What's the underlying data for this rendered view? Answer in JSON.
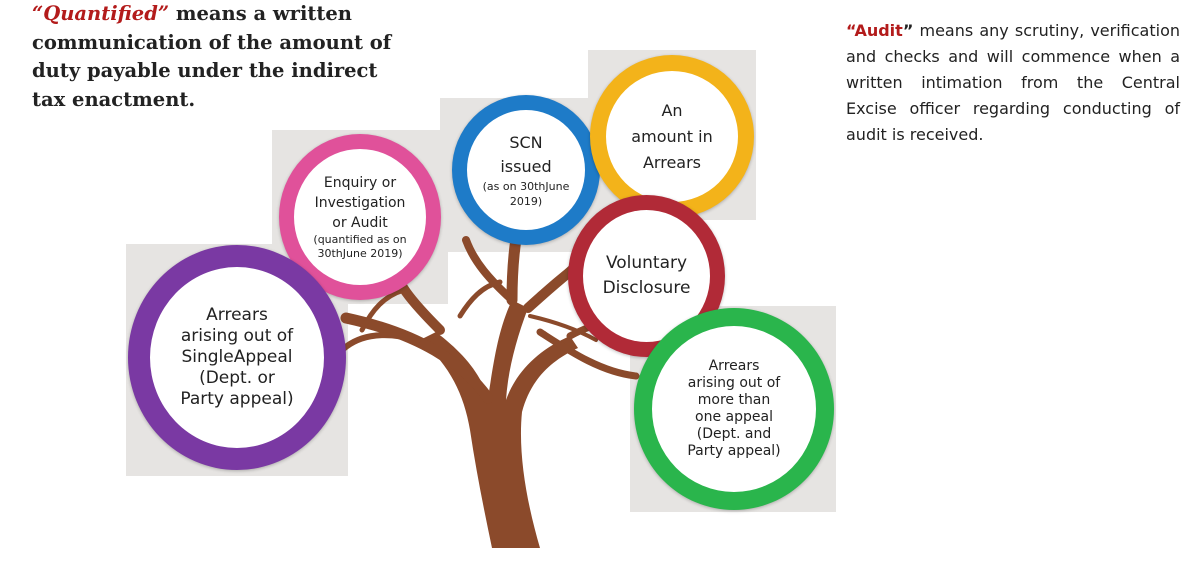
{
  "left_definition": {
    "term": "“Quantified”",
    "text": " means a  written communication of the amount of duty payable under the indirect tax enactment."
  },
  "right_definition": {
    "term": "“Audit",
    "quote_close": "”",
    "text": " means any scrutiny, verification and checks and will commence when a written intimation from the Central Excise officer regarding conducting of audit is received."
  },
  "circles": {
    "enquiry": {
      "lines": [
        "Enquiry or",
        "Investigation",
        "or Audit"
      ],
      "sub": [
        "(quantified as on",
        "30thJune 2019)"
      ],
      "color": "#e0519a"
    },
    "scn": {
      "lines": [
        "SCN",
        "issued"
      ],
      "sub": [
        "(as on 30thJune",
        "2019)"
      ],
      "color": "#1e7bc8"
    },
    "arrears": {
      "lines": [
        "An",
        "amount in",
        "Arrears"
      ],
      "color": "#f3b31a"
    },
    "voluntary": {
      "lines": [
        "Voluntary",
        "Disclosure"
      ],
      "color": "#b12a37"
    },
    "single_appeal": {
      "lines": [
        "Arrears",
        "arising out of",
        "SingleAppeal",
        "(Dept. or",
        "Party appeal)"
      ],
      "color": "#7a39a3"
    },
    "more_appeal": {
      "lines": [
        "Arrears",
        "arising out of",
        "more than",
        "one appeal",
        "(Dept. and",
        "Party appeal)"
      ],
      "color": "#2ab54c"
    }
  },
  "colors": {
    "trunk": "#8b4a2b",
    "panel": "#e6e4e2",
    "term_red": "#b31b1b"
  }
}
